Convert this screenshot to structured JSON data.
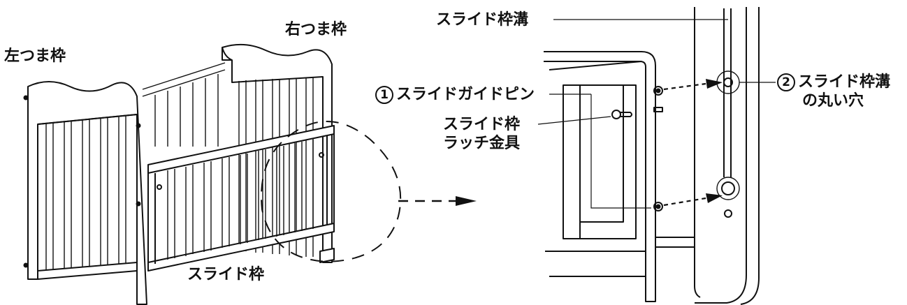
{
  "labels": {
    "left_end_frame": "左つま枠",
    "right_end_frame": "右つま枠",
    "slide_frame": "スライド枠",
    "slide_frame_groove": "スライド枠溝",
    "guide_pin_num": "1",
    "guide_pin": "スライドガイドピン",
    "latch_line1": "スライド枠",
    "latch_line2": "ラッチ金具",
    "round_hole_num": "2",
    "round_hole_line1": "スライド枠溝",
    "round_hole_line2": "の丸い穴"
  },
  "icons": {
    "detail_arrow": "dashed-arrow-right-icon",
    "pin_arrows": "dashed-arrow-right-icon"
  }
}
